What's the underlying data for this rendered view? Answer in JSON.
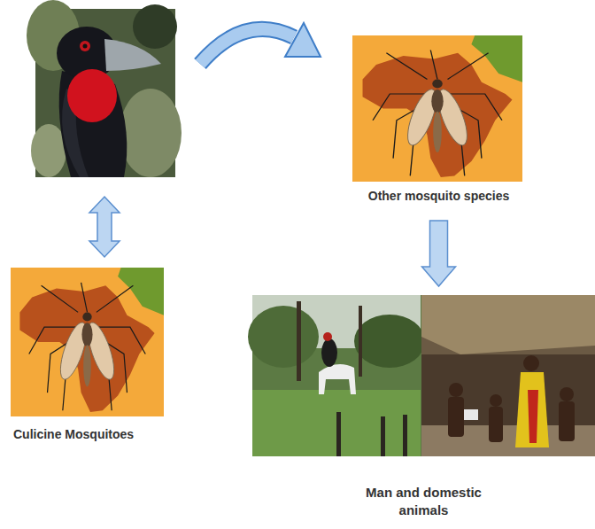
{
  "diagram": {
    "nodes": [
      {
        "text": [
          "Other mosquito species"
        ]
      },
      {
        "text": [
          "Culicine Mosquitoes"
        ]
      },
      {
        "text": [
          "Man and domestic animals"
        ]
      }
    ],
    "edges": [
      {
        "from": 0,
        "to": 2,
        "arrow": "to"
      }
    ]
  }
}
